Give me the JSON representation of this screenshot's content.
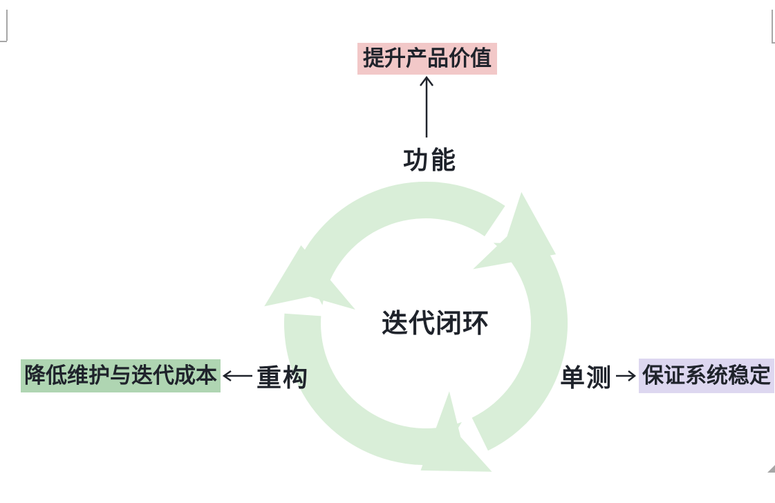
{
  "colors": {
    "background": "#ffffff",
    "text": "#1f232b",
    "title_highlight": "#f2c8c8",
    "left_highlight": "#afd5b2",
    "right_highlight": "#ddd7f0",
    "cycle_green": "#d9eed8",
    "corner_marks": "#a6a6a6"
  },
  "diagram": {
    "top": {
      "result": "提升产品价值",
      "source": "功能"
    },
    "center": {
      "label": "迭代闭环"
    },
    "left": {
      "result": "降低维护与迭代成本",
      "source": "重构"
    },
    "right": {
      "source": "单测",
      "result": "保证系统稳定"
    }
  },
  "icons": {
    "cycle": "three-arrow-clockwise-cycle",
    "up_arrow": "upward-arrow",
    "left_arrow": "leftward-arrow",
    "right_arrow": "rightward-arrow"
  }
}
